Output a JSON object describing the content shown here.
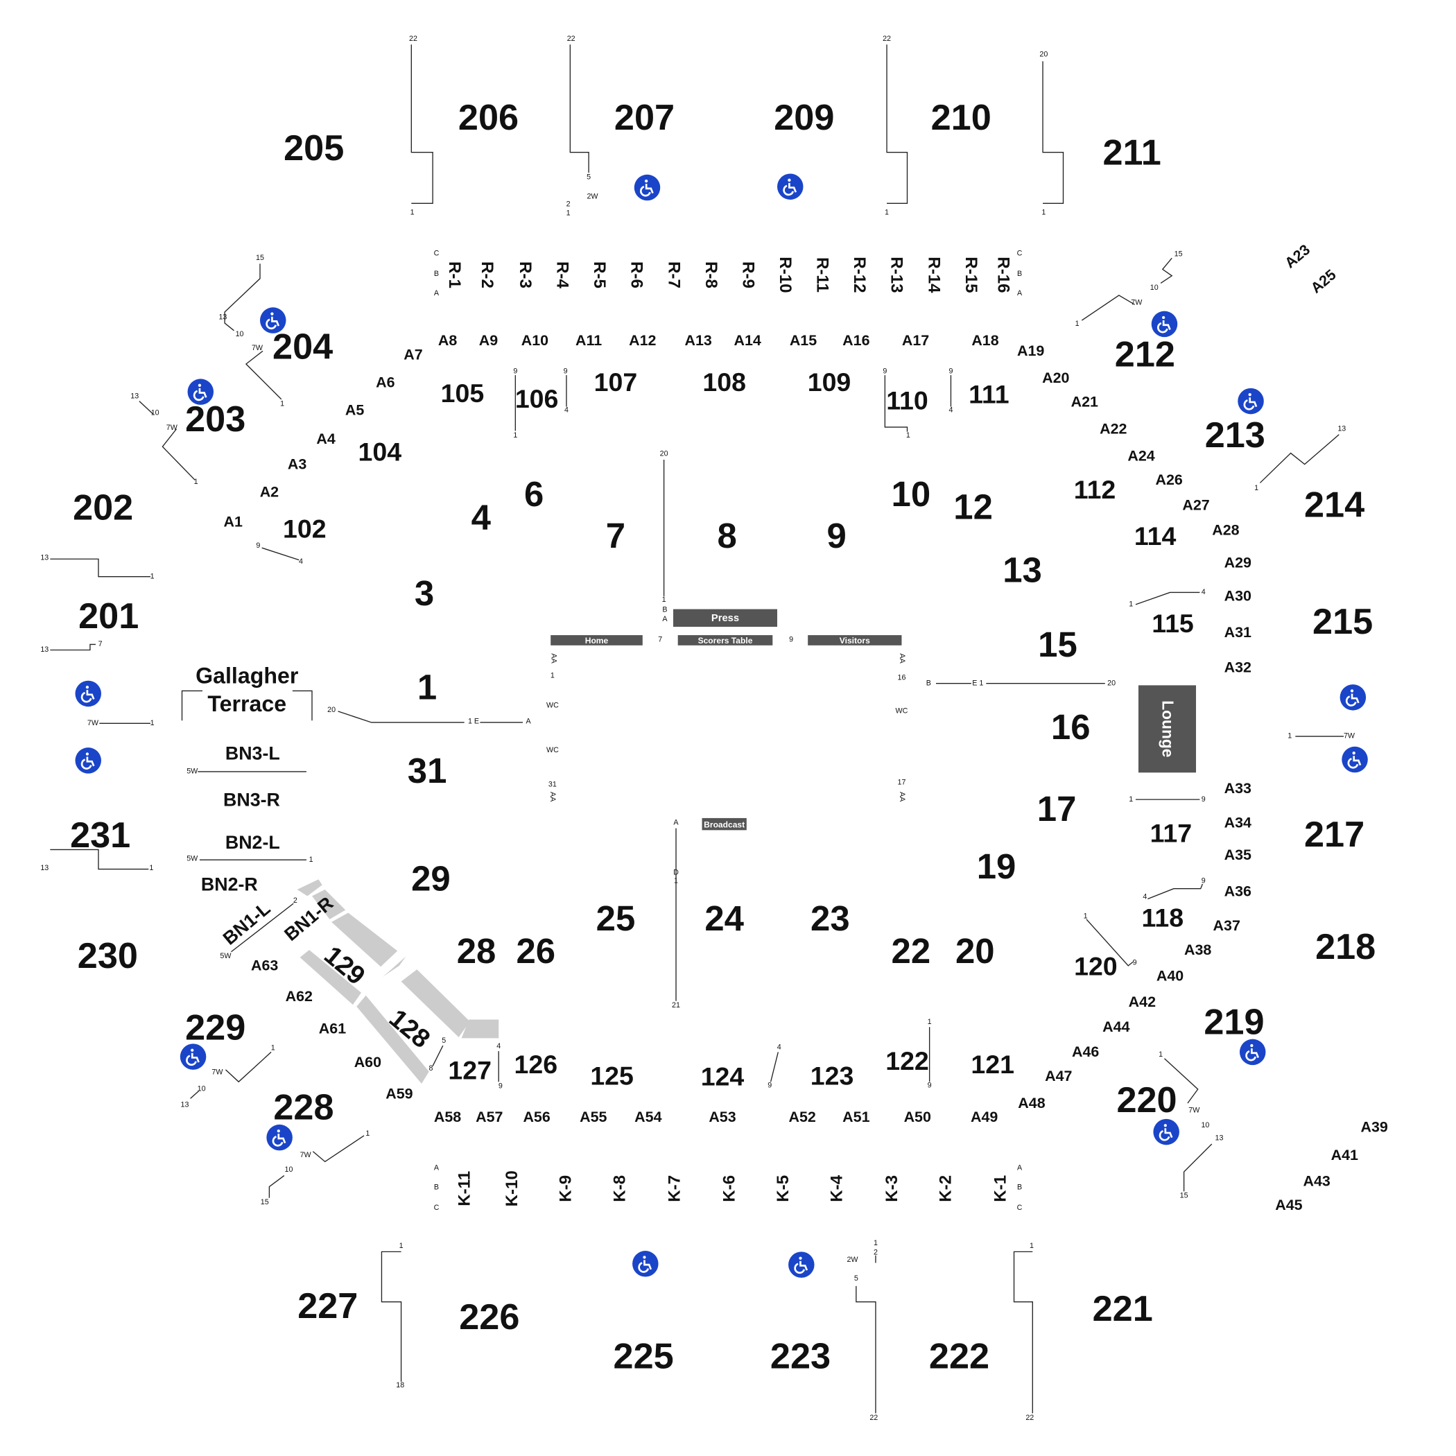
{
  "upper_sections": [
    "205",
    "206",
    "207",
    "209",
    "210",
    "211",
    "212",
    "213",
    "214",
    "215",
    "217",
    "218",
    "219",
    "220",
    "221",
    "222",
    "223",
    "225",
    "226",
    "227",
    "228",
    "229",
    "230",
    "231",
    "201",
    "202",
    "203",
    "204"
  ],
  "lower_sections": [
    "105",
    "106",
    "107",
    "108",
    "109",
    "110",
    "111",
    "112",
    "114",
    "115",
    "117",
    "118",
    "120",
    "121",
    "122",
    "123",
    "124",
    "125",
    "126",
    "127",
    "104",
    "102"
  ],
  "lower_rotated": [
    "128",
    "129"
  ],
  "floor_sections": [
    "1",
    "3",
    "4",
    "6",
    "7",
    "8",
    "9",
    "10",
    "12",
    "13",
    "15",
    "16",
    "17",
    "19",
    "20",
    "22",
    "23",
    "24",
    "25",
    "26",
    "28",
    "29",
    "31"
  ],
  "aisles": [
    "A1",
    "A2",
    "A3",
    "A4",
    "A5",
    "A6",
    "A7",
    "A8",
    "A9",
    "A10",
    "A11",
    "A12",
    "A13",
    "A14",
    "A15",
    "A16",
    "A17",
    "A18",
    "A19",
    "A20",
    "A21",
    "A22",
    "A24",
    "A26",
    "A27",
    "A28",
    "A29",
    "A30",
    "A31",
    "A32",
    "A33",
    "A34",
    "A35",
    "A36",
    "A37",
    "A38",
    "A40",
    "A42",
    "A44",
    "A46",
    "A47",
    "A48",
    "A49",
    "A50",
    "A51",
    "A52",
    "A53",
    "A54",
    "A55",
    "A56",
    "A57",
    "A58",
    "A59",
    "A60",
    "A61",
    "A62",
    "A63",
    "A39",
    "A41",
    "A43",
    "A45"
  ],
  "aisles_rotated": [
    "A23",
    "A25"
  ],
  "r_boxes": [
    "R-1",
    "R-2",
    "R-3",
    "R-4",
    "R-5",
    "R-6",
    "R-7",
    "R-8",
    "R-9",
    "R-10",
    "R-11",
    "R-12",
    "R-13",
    "R-14",
    "R-15",
    "R-16"
  ],
  "k_boxes": [
    "K-11",
    "K-10",
    "K-9",
    "K-8",
    "K-7",
    "K-6",
    "K-5",
    "K-4",
    "K-3",
    "K-2",
    "K-1"
  ],
  "terrace": {
    "line1": "Gallagher",
    "line2": "Terrace"
  },
  "bunker": [
    "BN3-L",
    "BN3-R",
    "BN2-L",
    "BN2-R"
  ],
  "bunker_rotated": [
    "BN1-L",
    "BN1-R"
  ],
  "lounge": "Lounge",
  "court": {
    "home": "Home",
    "scorers": "Scorers Table",
    "visitors": "Visitors",
    "press": "Press",
    "broadcast": "Broadcast"
  },
  "row_markers": [
    "22",
    "1",
    "22",
    "5",
    "2W",
    "2",
    "1",
    "22",
    "1",
    "20",
    "1",
    "C",
    "B",
    "A",
    "C",
    "B",
    "A",
    "15",
    "13",
    "10",
    "7W",
    "1",
    "13",
    "10",
    "7W",
    "1",
    "15",
    "10",
    "7W",
    "1",
    "13",
    "1",
    "9",
    "9",
    "4",
    "1",
    "9",
    "1",
    "9",
    "4",
    "13",
    "1",
    "13",
    "7",
    "7W",
    "1",
    "5W",
    "5W",
    "1",
    "13",
    "1",
    "2",
    "5W",
    "9",
    "4",
    "20",
    "1",
    "B",
    "A",
    "7",
    "9",
    "1",
    "WC",
    "WC",
    "31",
    "1 E",
    "A",
    "20",
    "16",
    "WC",
    "17",
    "B",
    "E 1",
    "20",
    "1",
    "4",
    "1",
    "9",
    "1",
    "7W",
    "A",
    "D",
    "1",
    "21",
    "9",
    "4",
    "1",
    "9",
    "4",
    "9",
    "5",
    "8",
    "4",
    "9",
    "1",
    "9",
    "1",
    "7W",
    "10",
    "13",
    "1",
    "7W",
    "10",
    "15",
    "1",
    "7W",
    "10",
    "13",
    "15",
    "A",
    "B",
    "C",
    "A",
    "B",
    "C",
    "1",
    "18",
    "1",
    "2",
    "2W",
    "5",
    "22",
    "1",
    "22",
    "AA",
    "AA",
    "AA",
    "AA"
  ],
  "wheelchair_icon_count": 16
}
